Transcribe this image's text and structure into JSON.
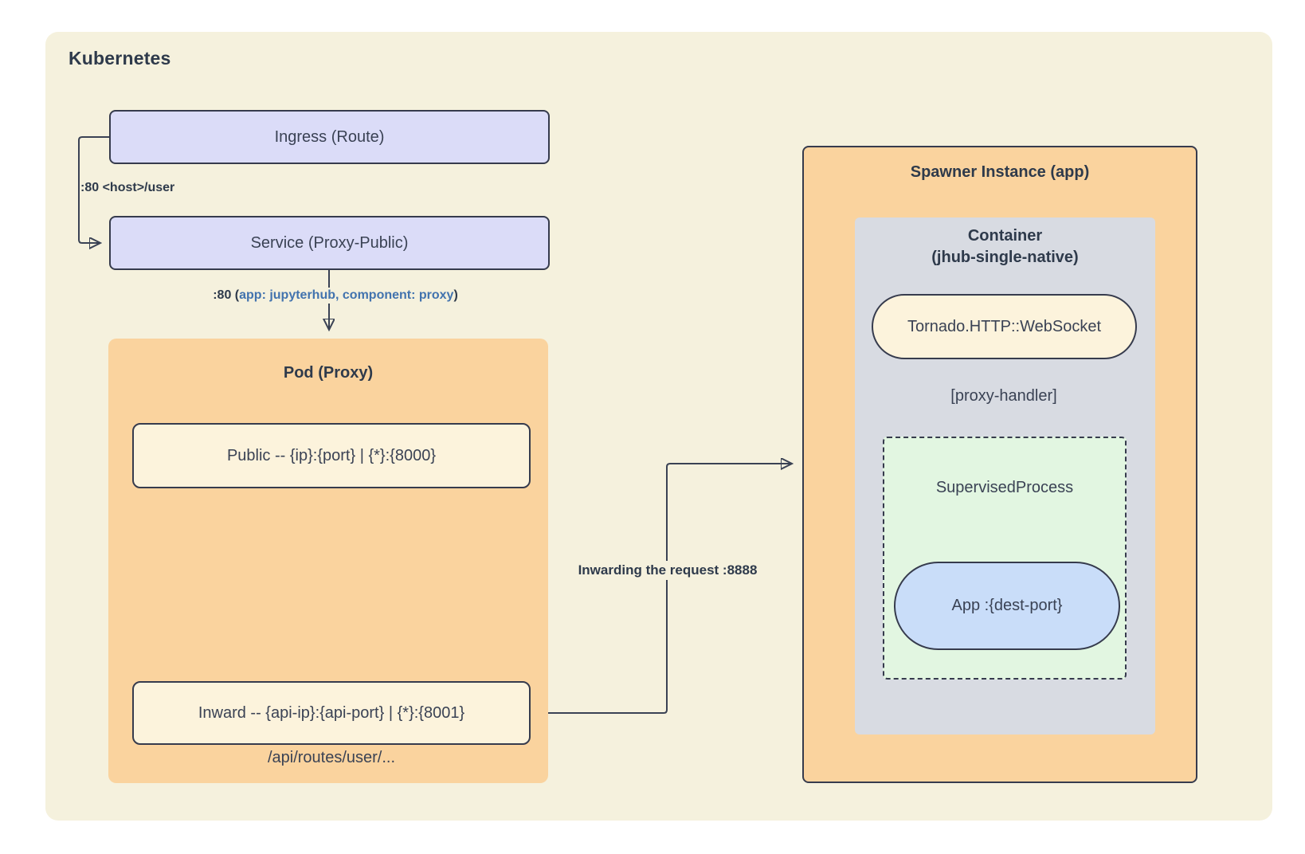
{
  "diagram": {
    "title": "Kubernetes",
    "palette": {
      "canvas": "#FFFFFF",
      "cluster_bg": "#F5F1DD",
      "k8s_resource_fill": "#DBDCF8",
      "group_fill": "#FAD39E",
      "endpoint_fill": "#FCF3DC",
      "container_fill": "#D8DBE2",
      "process_fill": "#E2F6E1",
      "app_fill": "#C9DDF9",
      "stroke": "#363B4D",
      "text": "#3A4254",
      "selector_text": "#4273AE"
    },
    "nodes": {
      "ingress": {
        "label": "Ingress (Route)"
      },
      "service": {
        "label": "Service (Proxy-Public)"
      },
      "pod": {
        "title": "Pod (Proxy)",
        "public_endpoint": "Public -- {ip}:{port} | {*}:{8000}",
        "inward_endpoint": "Inward -- {api-ip}:{api-port} | {*}:{8001}",
        "routes_note": "/api/routes/user/..."
      },
      "spawner": {
        "title": "Spawner Instance (app)",
        "container_title_line1": "Container",
        "container_title_line2": "(jhub-single-native)",
        "tornado": "Tornado.HTTP::WebSocket",
        "supervised_process": "SupervisedProcess",
        "app": "App :{dest-port}"
      }
    },
    "edges": {
      "ingress_to_service": ":80 <host>/user",
      "service_to_pod_prefix": ":80 (",
      "service_to_pod_selector": "app: jupyterhub, component: proxy",
      "service_to_pod_suffix": ")",
      "inward_to_spawner": "Inwarding the request :8888",
      "supervised_to_tornado": "[proxy-handler]"
    }
  }
}
